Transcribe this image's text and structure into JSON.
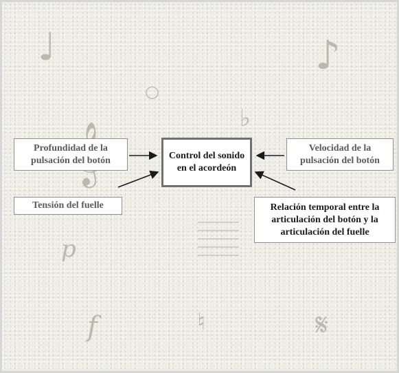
{
  "diagram": {
    "center": "Control del sonido en el acordeón",
    "inputs": [
      "Profundidad de la pulsación del botón",
      "Tensión del fuelle",
      "Velocidad de la pulsación del botón",
      "Relación temporal entre la articulación del botón y la articulación del fuelle"
    ]
  }
}
